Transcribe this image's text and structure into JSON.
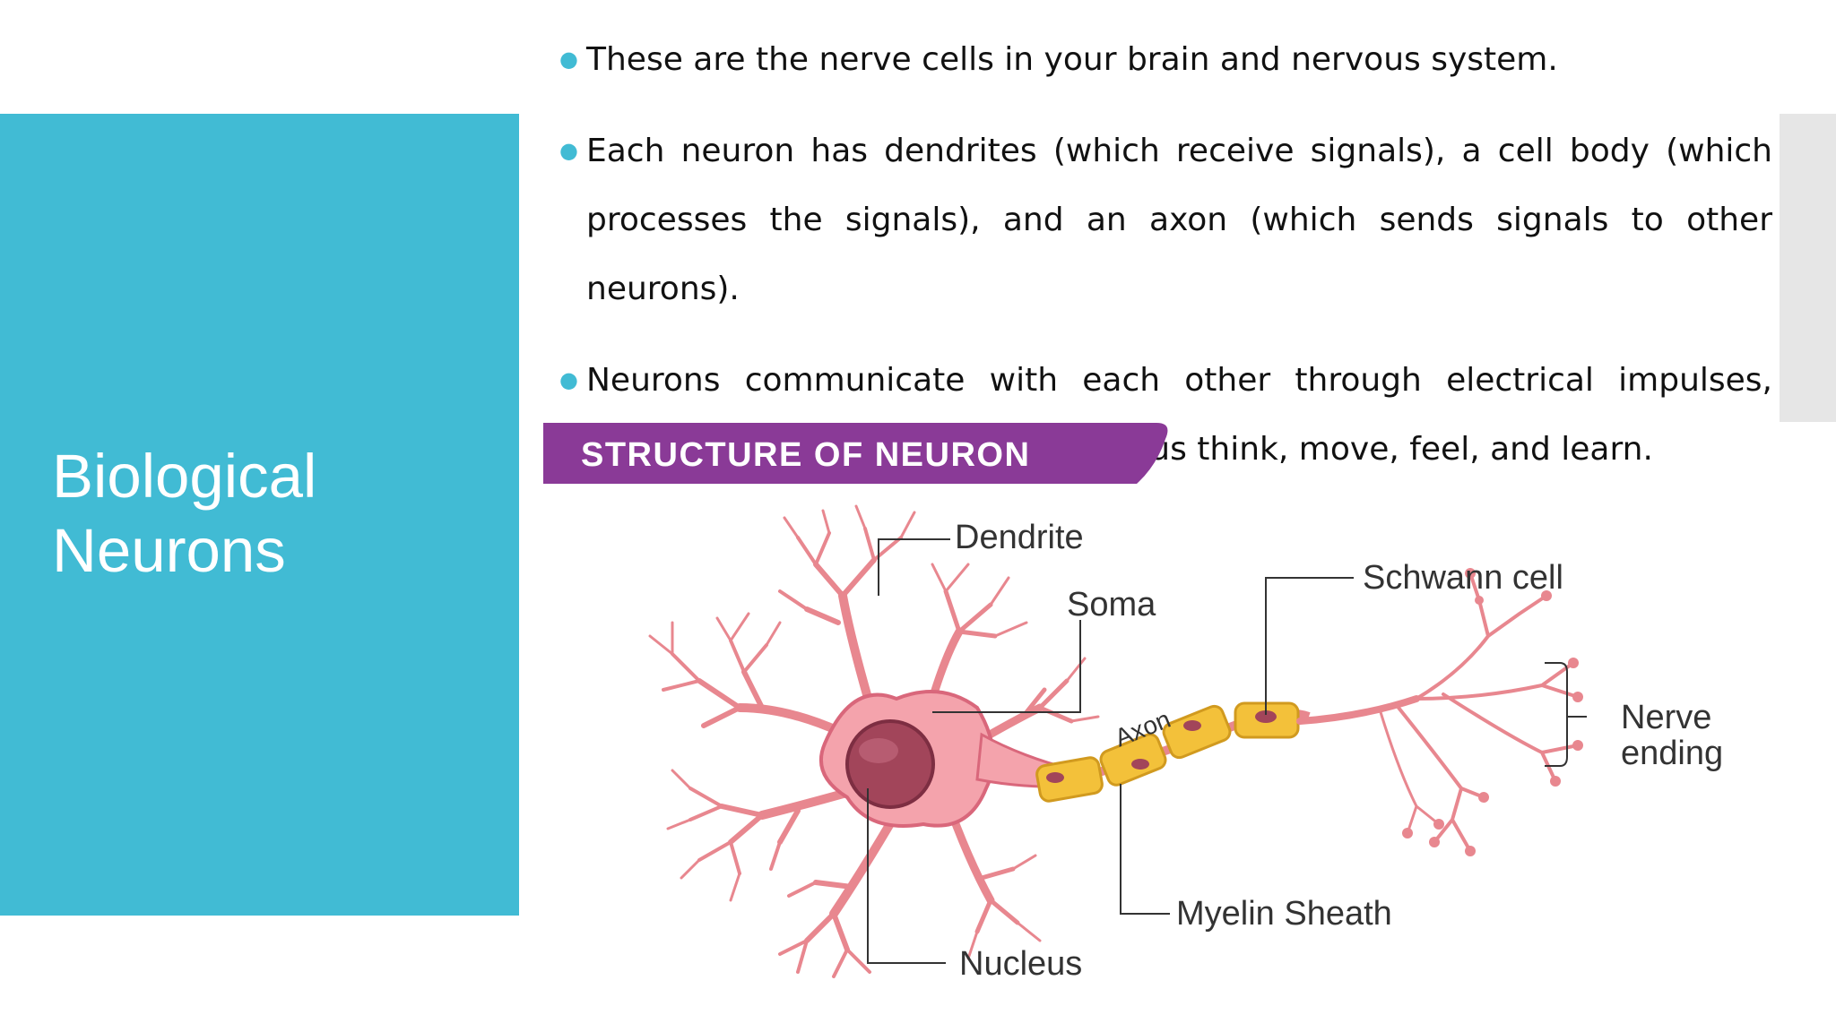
{
  "slide": {
    "title_line1": "Biological",
    "title_line2": "Neurons"
  },
  "bullets": [
    {
      "text": "These are the nerve cells in your brain and nervous system."
    },
    {
      "text": "Each neuron has dendrites (which receive signals), a cell body (which processes the signals), and an axon (which sends signals to other neurons)."
    },
    {
      "text": "Neurons communicate with each other through electrical impulses, forming complex networks to help us think, move, feel, and learn."
    }
  ],
  "diagram": {
    "banner": "STRUCTURE OF NEURON",
    "labels": {
      "dendrite": "Dendrite",
      "soma": "Soma",
      "axon": "Axon",
      "schwann_cell": "Schwann cell",
      "nerve_line1": "Nerve",
      "nerve_line2": "ending",
      "myelin": "Myelin Sheath",
      "nucleus": "Nucleus"
    }
  },
  "colors": {
    "accent_teal": "#41BBD4",
    "banner_purple": "#8A3A97",
    "neuron_pink": "#F4A3AC",
    "neuron_outline": "#D9677B",
    "nucleus": "#A2455A",
    "myelin_yellow": "#F3C13A"
  }
}
